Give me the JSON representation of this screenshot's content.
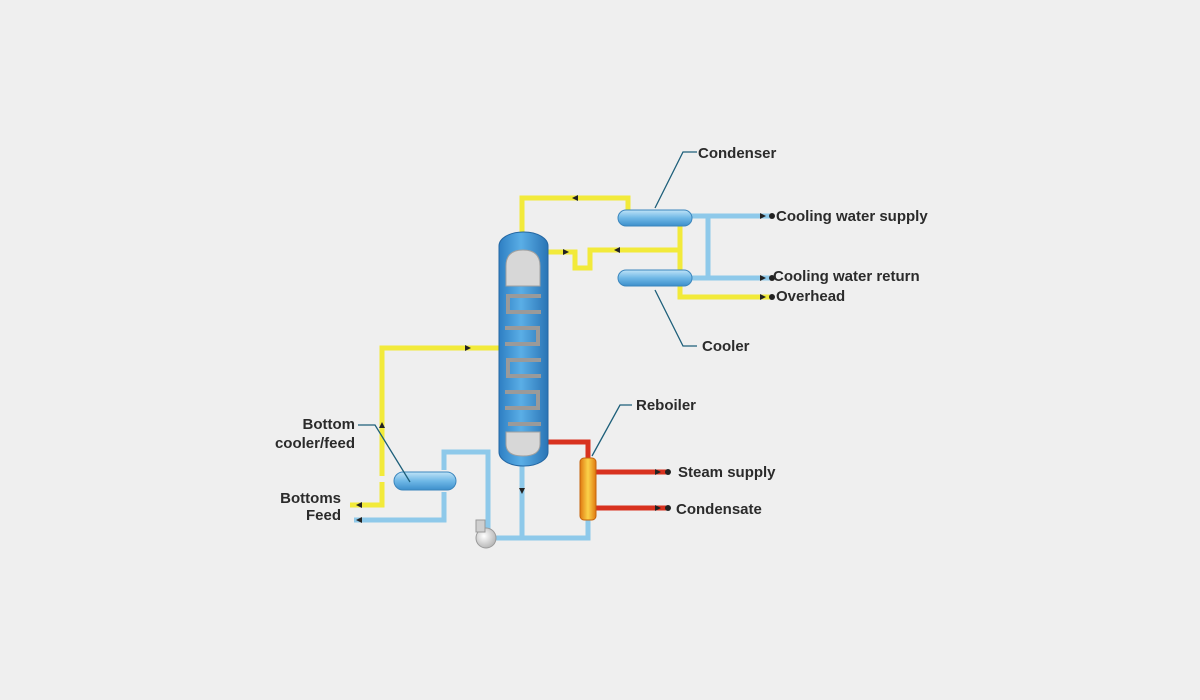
{
  "labels": {
    "condenser": "Condenser",
    "cooling_water_supply": "Cooling water supply",
    "cooling_water_return": "Cooling water return",
    "overhead": "Overhead",
    "cooler": "Cooler",
    "reboiler": "Reboiler",
    "steam_supply": "Steam supply",
    "condensate": "Condensate",
    "bottom_cooler_feed_line1": "Bottom",
    "bottom_cooler_feed_line2": "cooler/feed",
    "bottoms": "Bottoms",
    "feed": "Feed"
  },
  "colors": {
    "background": "#efefef",
    "vapor_line": "#f2ea3a",
    "water_line": "#8ec9ea",
    "steam_line": "#d8321f",
    "column": "#3d93d6",
    "vessel": "#7fc1ea",
    "reboiler": "#f2a21c",
    "tray": "#9a9a9a",
    "leader_line": "#1d5f7a"
  }
}
